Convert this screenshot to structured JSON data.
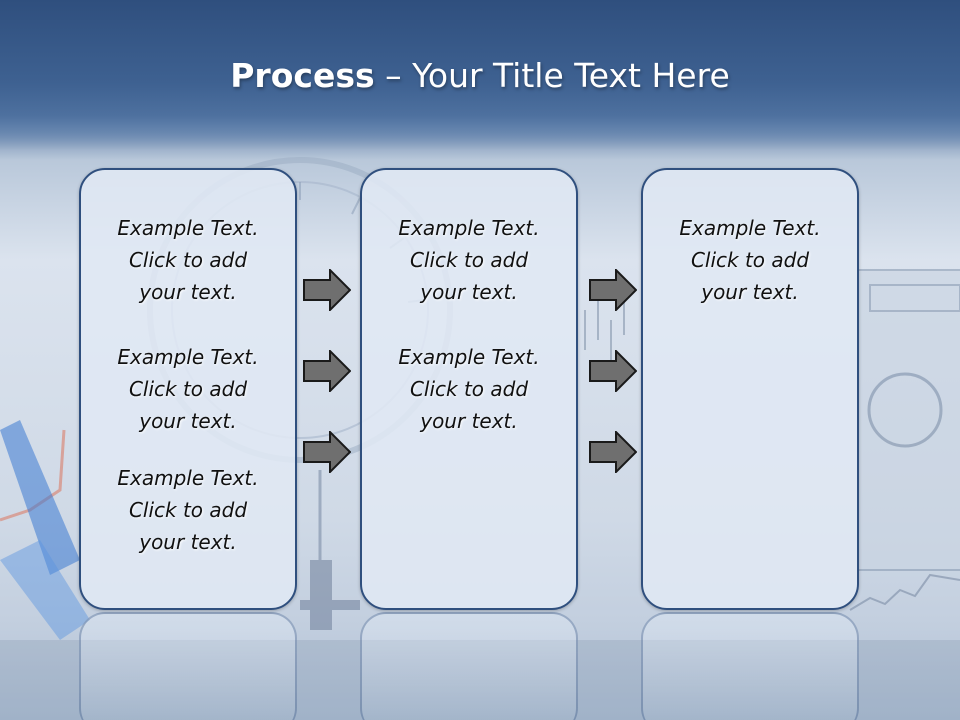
{
  "slide": {
    "title_bold": "Process",
    "title_rest": "– Your Title Text Here"
  },
  "columns": [
    {
      "blocks": [
        [
          "Example Text.",
          "Click  to add",
          "your text."
        ],
        [
          "Example Text.",
          "Click  to add",
          "your text."
        ],
        [
          "Example Text.",
          "Click  to add",
          "your text."
        ]
      ]
    },
    {
      "blocks": [
        [
          "Example Text.",
          "Click  to add",
          "your text."
        ],
        [
          "Example Text.",
          "Click  to add",
          "your text."
        ]
      ]
    },
    {
      "blocks": [
        [
          "Example Text.",
          "Click  to add",
          "your text."
        ]
      ]
    }
  ],
  "colors": {
    "title_band": "#3e6191",
    "box_border": "#2f4f7e",
    "box_fill": "#e0e8f4",
    "arrow_fill": "#6f6f6f",
    "arrow_stroke": "#1a1a1a"
  },
  "icons": [
    "right-arrow-icon"
  ]
}
